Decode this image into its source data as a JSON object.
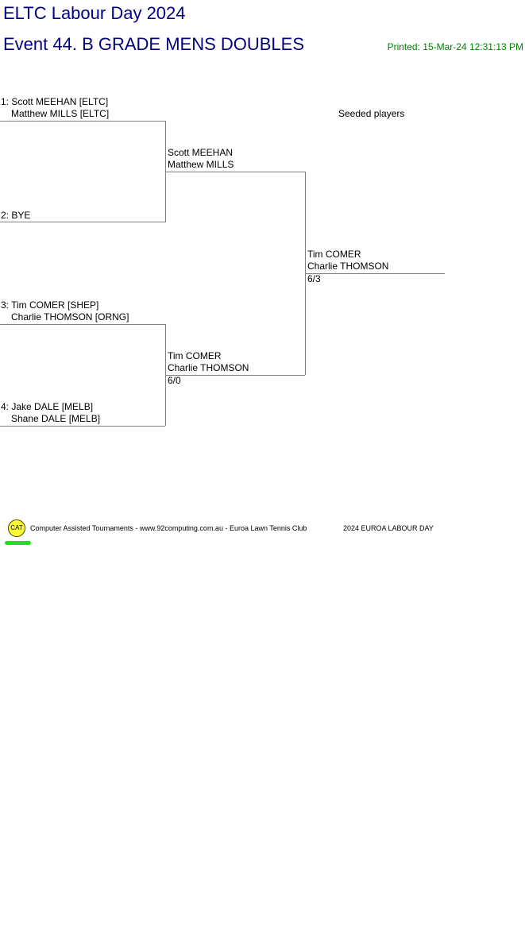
{
  "header": {
    "title": "ELTC Labour Day 2024",
    "subtitle": "Event 44. B GRADE MENS DOUBLES",
    "printed": "Printed: 15-Mar-24 12:31:13 PM"
  },
  "draw": {
    "seeded_label": "Seeded players",
    "round1": [
      {
        "line1": "1: Scott MEEHAN [ELTC]",
        "line2": "Matthew MILLS [ELTC]"
      },
      {
        "line1": "2: BYE",
        "line2": ""
      },
      {
        "line1": "3: Tim COMER [SHEP]",
        "line2": "Charlie THOMSON [ORNG]"
      },
      {
        "line1": "4: Jake DALE [MELB]",
        "line2": "Shane DALE [MELB]"
      }
    ],
    "round2": [
      {
        "line1": "Scott MEEHAN",
        "line2": "Matthew MILLS",
        "score": ""
      },
      {
        "line1": "Tim COMER",
        "line2": "Charlie THOMSON",
        "score": "6/0"
      }
    ],
    "final": {
      "line1": "Tim COMER",
      "line2": "Charlie THOMSON",
      "score": "6/3"
    }
  },
  "footer": {
    "logo_text": "CAT",
    "credit": "Computer Assisted Tournaments - www.92computing.com.au -  Euroa Lawn Tennis Club",
    "tournament": "2024 EUROA LABOUR DAY",
    "logo_color": "#ffff33",
    "underline_color": "#22dd22"
  }
}
